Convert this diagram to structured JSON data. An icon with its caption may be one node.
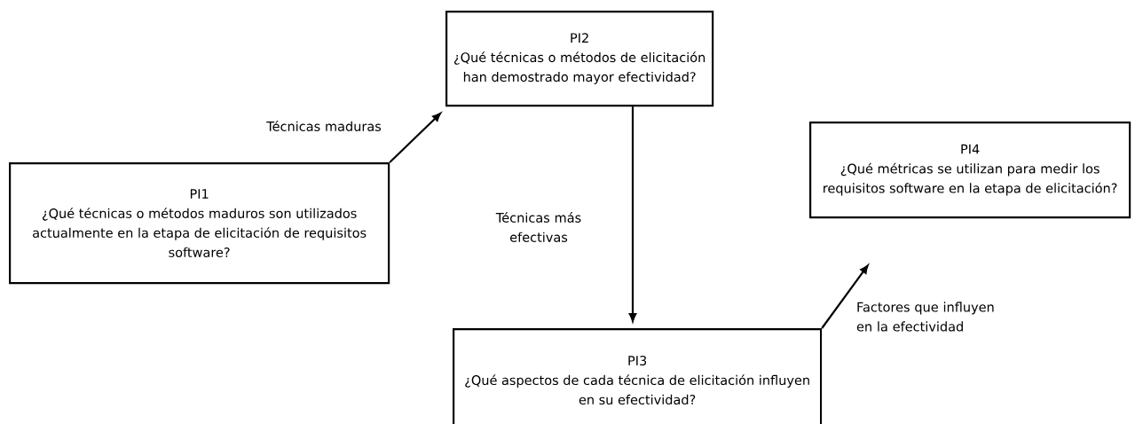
{
  "diagram": {
    "nodes": [
      {
        "text": [
          "PI1",
          "¿Qué técnicas o métodos maduros son utilizados actualmente en la etapa de elicitación de requisitos software?"
        ]
      },
      {
        "text": [
          "PI2",
          "¿Qué técnicas o métodos de elicitación han demostrado mayor efectividad?"
        ]
      },
      {
        "text": [
          "PI3",
          "¿Qué aspectos de cada técnica de elicitación influyen en su efectividad?"
        ]
      },
      {
        "text": [
          "PI4",
          "¿Qué métricas se utilizan para medir los requisitos software en la etapa de elicitación?"
        ]
      }
    ],
    "edges": [
      {
        "from": 0,
        "to": 1,
        "arrow": "to",
        "label": "Técnicas maduras"
      },
      {
        "from": 1,
        "to": 2,
        "arrow": "to",
        "label": "Técnicas más efectivas"
      },
      {
        "from": 2,
        "to": 3,
        "arrow": "to",
        "label": "Factores que influyen en la efectividad"
      }
    ]
  }
}
